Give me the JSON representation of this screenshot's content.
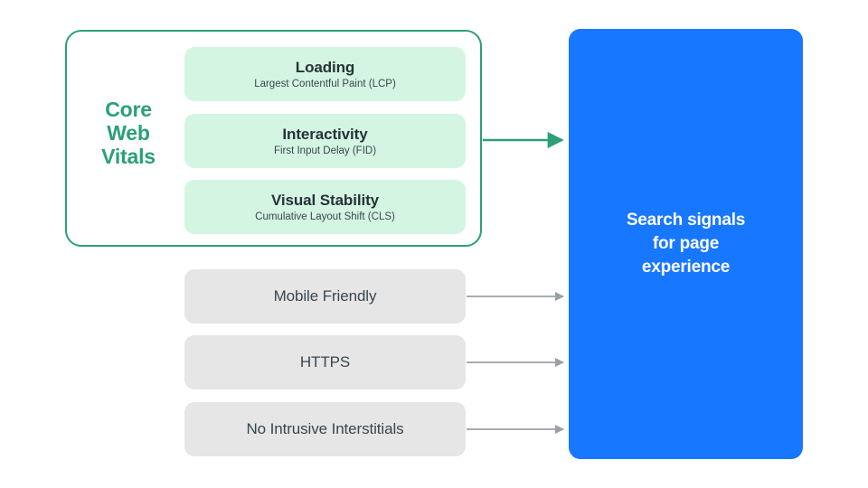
{
  "diagram": {
    "title": "Search signals for page experience",
    "colors": {
      "green": "#2BA077",
      "mint": "#D5F5E3",
      "gray": "#E6E6E7",
      "blue": "#1877FF",
      "arrow_gray": "#9AA0A6",
      "text_dark": "#253238",
      "background": "#FFFFFF"
    }
  },
  "core_web_vitals": {
    "group_label": "Core Web Vitals",
    "group_label_lines": [
      "Core",
      "Web",
      "Vitals"
    ],
    "items": [
      {
        "title": "Loading",
        "subtitle": "Largest Contentful Paint (LCP)"
      },
      {
        "title": "Interactivity",
        "subtitle": "First Input Delay (FID)"
      },
      {
        "title": "Visual Stability",
        "subtitle": "Cumulative Layout Shift (CLS)"
      }
    ]
  },
  "other_signals": {
    "items": [
      {
        "label": "Mobile Friendly"
      },
      {
        "label": "HTTPS"
      },
      {
        "label": "No Intrusive Interstitials"
      }
    ]
  },
  "destination": {
    "lines": [
      "Search signals",
      "for page",
      "experience"
    ],
    "text": "Search signals for page experience"
  }
}
